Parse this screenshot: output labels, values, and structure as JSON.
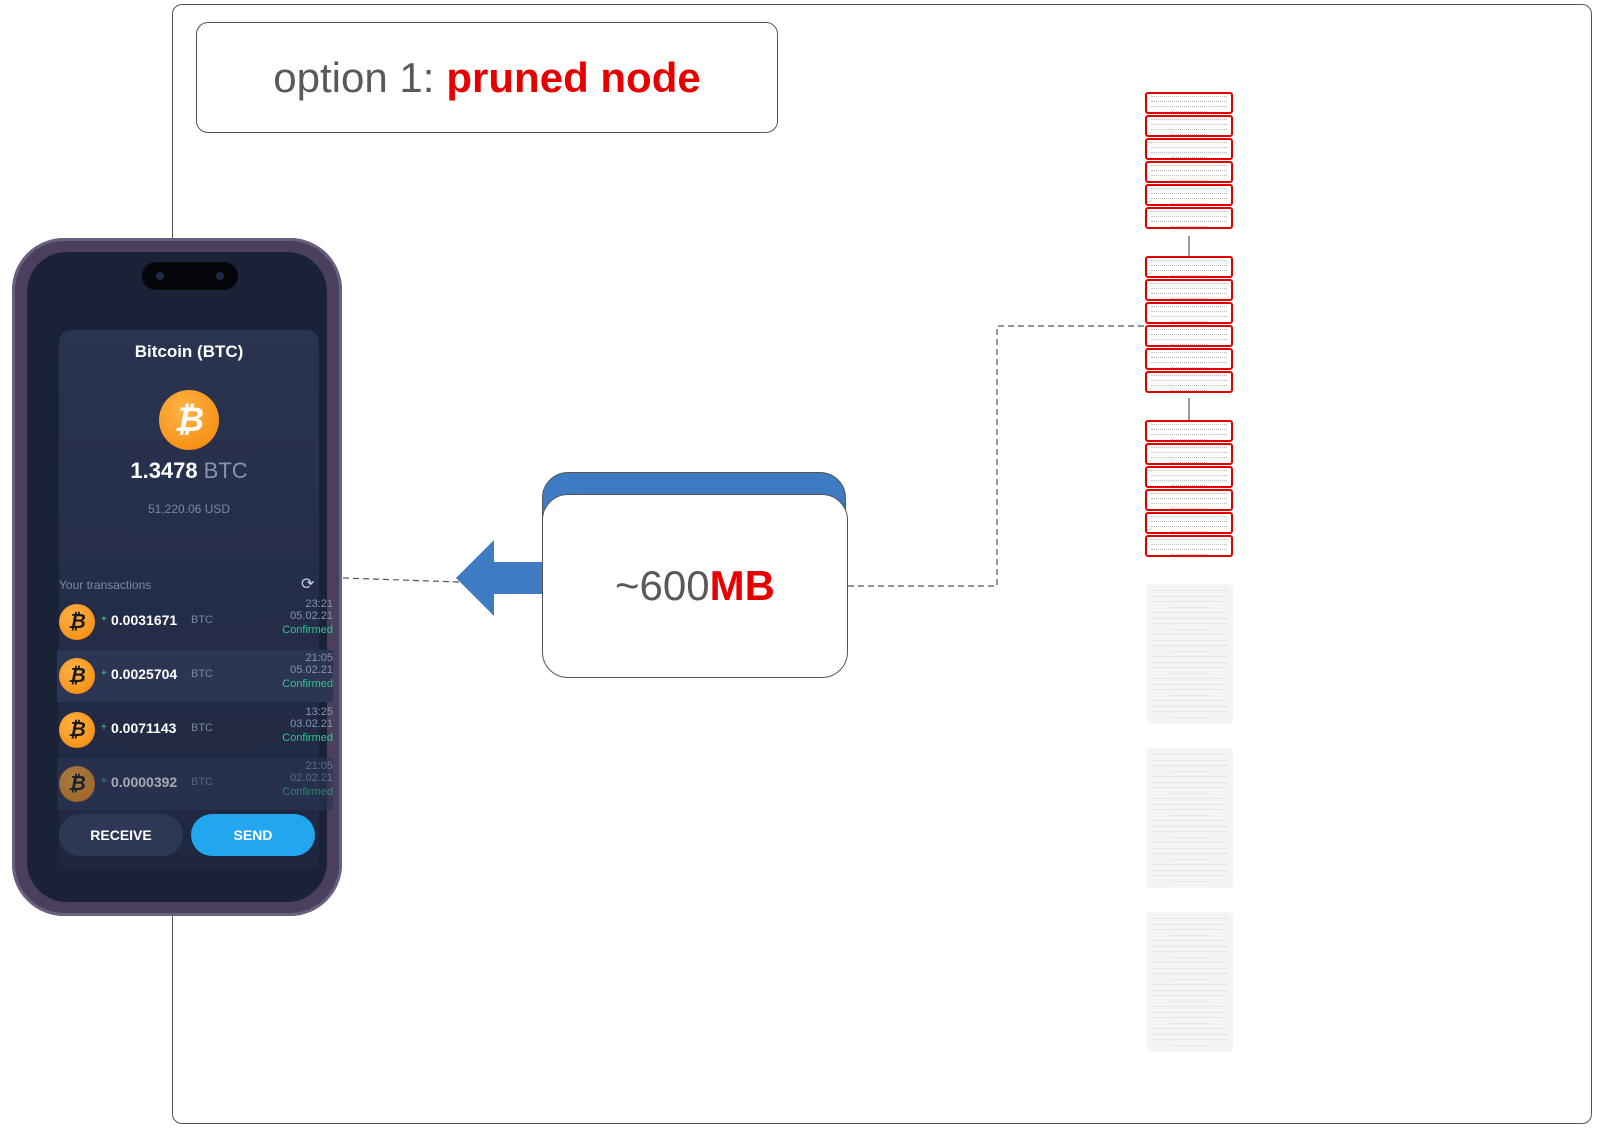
{
  "title": {
    "prefix": "option 1: ",
    "highlight": "pruned node"
  },
  "size_label": {
    "prefix": "~600",
    "unit": "MB"
  },
  "wallet": {
    "coin_title": "Bitcoin (BTC)",
    "balance_amount": "1.3478",
    "balance_unit": "BTC",
    "usd_value": "51,220.06 USD",
    "transactions_header": "Your transactions",
    "transactions": [
      {
        "sign": "+",
        "amount": "0.0031671",
        "unit": "BTC",
        "time": "23:21",
        "date": "05.02.21",
        "status": "Confirmed"
      },
      {
        "sign": "+",
        "amount": "0.0025704",
        "unit": "BTC",
        "time": "21:05",
        "date": "05.02.21",
        "status": "Confirmed"
      },
      {
        "sign": "+",
        "amount": "0.0071143",
        "unit": "BTC",
        "time": "13:25",
        "date": "03.02.21",
        "status": "Confirmed"
      },
      {
        "sign": "+",
        "amount": "0.0000392",
        "unit": "BTC",
        "time": "21:05",
        "date": "02.02.21",
        "status": "Confirmed"
      }
    ],
    "receive_label": "RECEIVE",
    "send_label": "SEND"
  },
  "colors": {
    "highlight": "#e60000",
    "arrow": "#3e7bc3",
    "block_border": "#e00000",
    "send_button": "#22a6f0"
  },
  "icons": {
    "coin": "bitcoin-icon",
    "refresh": "refresh-icon",
    "arrow": "left-arrow-icon"
  },
  "blockchain": {
    "stored_groups": 3,
    "pruned_groups": 3,
    "blocks_per_group": 6
  }
}
